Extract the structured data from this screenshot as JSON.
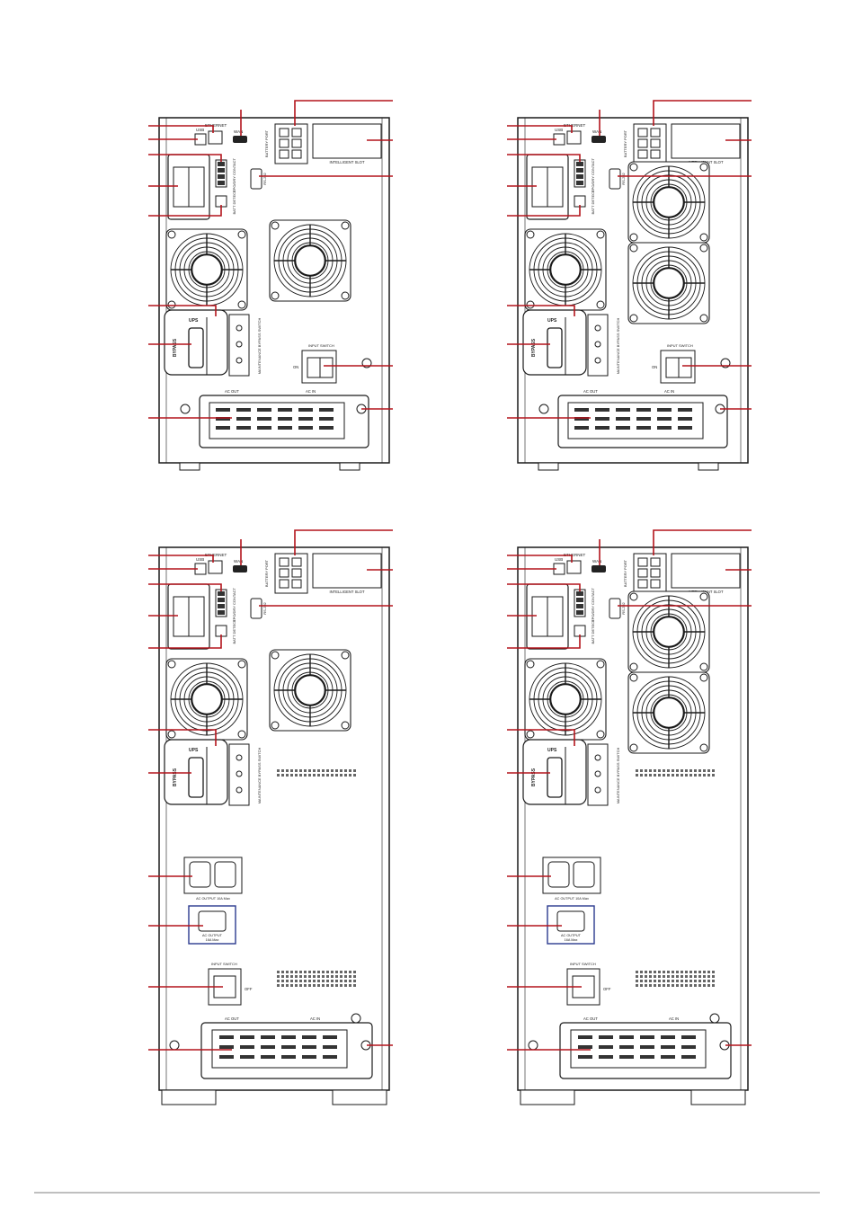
{
  "colors": {
    "callout": "#b3141c",
    "outline": "#1a1a1a",
    "gray": "#555555",
    "ac_outlet_border": "#2b3a8f"
  },
  "labels": {
    "ethernet": "ETHERNET",
    "usb": "USB",
    "wan": "WAN",
    "battery_port": "BATTERY PORT",
    "intelligent_slot": "INTELLIGENT SLOT",
    "rs232": "RS-232",
    "epo": "EPO/DRY CONTACT",
    "batt_detect": "BATT DETECT",
    "ups": "UPS",
    "bypass": "BYPASS",
    "maintenance_switch": "MAINTENANCE BYPASS SWITCH",
    "input_switch": "INPUT SWITCH",
    "on": "ON",
    "off": "OFF",
    "ac_out": "AC OUT",
    "ac_in": "AC IN",
    "ac_output_10a": "AC OUTPUT 10A Max",
    "ac_output_16a": "AC OUTPUT",
    "ac_output_16a_sub": "16A Max"
  }
}
